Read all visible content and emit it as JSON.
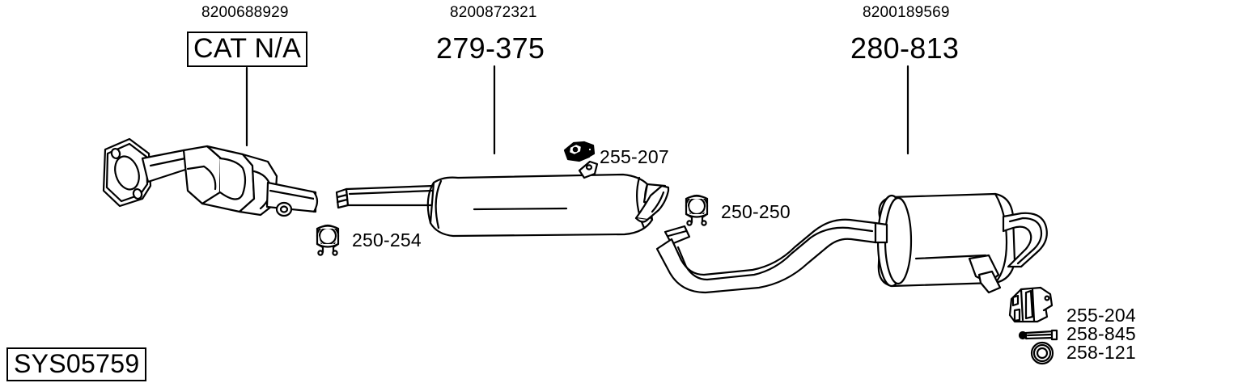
{
  "diagram": {
    "system_code": "SYS05759",
    "title_labels": [
      {
        "oem": "8200688929",
        "part": "CAT N/A",
        "boxed": true
      },
      {
        "oem": "8200872321",
        "part": "279-375",
        "boxed": false
      },
      {
        "oem": "8200189569",
        "part": "280-813",
        "boxed": false
      }
    ],
    "component_labels": [
      {
        "code": "250-254",
        "icon": "exhaust-clamp-icon"
      },
      {
        "code": "255-207",
        "icon": "exhaust-bracket-icon"
      },
      {
        "code": "250-250",
        "icon": "exhaust-clamp-icon"
      },
      {
        "code": "255-204",
        "icon": "rubber-hanger-icon"
      },
      {
        "code": "258-845",
        "icon": "bolt-icon"
      },
      {
        "code": "258-121",
        "icon": "washer-ring-icon"
      }
    ],
    "parts": [
      {
        "name": "catalytic-converter",
        "label_ref": "CAT N/A"
      },
      {
        "name": "centre-silencer",
        "label_ref": "279-375"
      },
      {
        "name": "rear-silencer",
        "label_ref": "280-813"
      },
      {
        "name": "connecting-pipe",
        "label_ref": "280-813"
      }
    ],
    "colors": {
      "line": "#000000",
      "background": "#ffffff",
      "fill": "#ffffff"
    }
  }
}
